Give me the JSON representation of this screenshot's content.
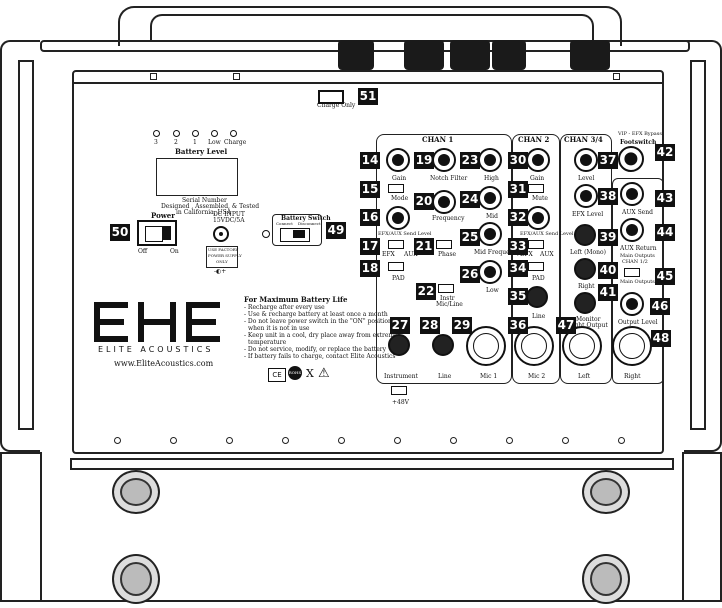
{
  "usb": {
    "num": "51",
    "label": "Charge Only"
  },
  "battery": {
    "title": "Battery Level",
    "leds": [
      "3",
      "2",
      "1",
      "Low",
      "Charge"
    ]
  },
  "serial": {
    "line1": "Serial Number",
    "line2": "Designed , Assembled, & Tested",
    "line3": "in California, USA"
  },
  "power": {
    "num": "50",
    "title": "Power",
    "off": "Off",
    "on": "On"
  },
  "dc_input": {
    "line1": "DC INPUT",
    "line2": "15VDC/5A",
    "note1": "USE FACTORY",
    "note2": "POWER SUPPLY",
    "note3": "ONLY"
  },
  "battery_switch": {
    "num": "49",
    "title": "Battery Switch",
    "connect": "Connect",
    "disconnect": "Disconnect"
  },
  "brand": {
    "logo": "EHE",
    "name": "ELITE ACOUSTICS",
    "url": "www.EliteAcoustics.com"
  },
  "notes": {
    "title": "For Maximum Battery Life",
    "items": [
      "- Recharge after every use",
      "- Use & recharge battery at least once a month",
      "- Do not leave power switch in the \"ON\" position",
      "  when it is not in use",
      "- Keep unit in a cool, dry place away from extreme",
      "  temperature",
      "- Do not service, modify, or replace the battery",
      "- If battery fails to charge, contact Elite Acoustics"
    ]
  },
  "phantom": {
    "label": "+48V"
  },
  "ch1": {
    "title": "CHAN 1",
    "gain": {
      "num": "14",
      "label": "Gain"
    },
    "notch": {
      "num": "19",
      "label": "Notch Filter"
    },
    "high": {
      "num": "23",
      "label": "High"
    },
    "mode": {
      "num": "15",
      "label": "Mode"
    },
    "frequency": {
      "num": "20",
      "label": "Frequency"
    },
    "mid": {
      "num": "24",
      "label": "Mid"
    },
    "send": {
      "num": "16",
      "label": "EFX/AUX Send Level"
    },
    "midfreq": {
      "num": "25",
      "label": "Mid Frequency"
    },
    "efxaux": {
      "num": "17",
      "efx": "EFX",
      "aux": "AUX"
    },
    "phase": {
      "num": "21",
      "label": "Phase"
    },
    "pad": {
      "num": "18",
      "label": "PAD"
    },
    "low": {
      "num": "26",
      "label": "Low"
    },
    "inst": {
      "num": "22",
      "a": "Instr",
      "b": "Mic/Line"
    },
    "instrument": {
      "num": "27",
      "label": "Instrument"
    },
    "line": {
      "num": "28",
      "label": "Line"
    },
    "mic1": {
      "num": "29",
      "label": "Mic 1"
    }
  },
  "ch2": {
    "title": "CHAN 2",
    "gain": {
      "num": "30",
      "label": "Gain"
    },
    "mute": {
      "num": "31",
      "label": "Mute"
    },
    "send": {
      "num": "32",
      "label": "EFX/AUX Send Level"
    },
    "efxaux": {
      "num": "33",
      "efx": "EFX",
      "aux": "AUX"
    },
    "pad": {
      "num": "34",
      "label": "PAD"
    },
    "line": {
      "num": "35",
      "label": "Line"
    },
    "mic2": {
      "num": "36",
      "label": "Mic 2"
    }
  },
  "ch34": {
    "title": "CHAN 3/4",
    "level": {
      "num": "37",
      "label": "Level"
    },
    "efx": {
      "num": "38",
      "label": "EFX Level"
    },
    "left": {
      "num": "39",
      "label": "Left (Mono)"
    },
    "right": {
      "num": "40",
      "label": "Right"
    },
    "monitor": {
      "num": "41",
      "label": "Monitor",
      "label2": "Right Output"
    },
    "leftout": {
      "num": "47",
      "label": "Left"
    }
  },
  "outputs": {
    "vip": "VIP - EFX Bypass",
    "footswitch": {
      "num": "42",
      "label": "Footswitch"
    },
    "auxsend": {
      "num": "43",
      "label": "AUX Send"
    },
    "auxreturn": {
      "num": "44",
      "label": "AUX Return"
    },
    "mainout": {
      "num": "45",
      "line1": "Main Outputs",
      "line2": "CHAN 1/2",
      "line3": "Main Outputs"
    },
    "outlevel": {
      "num": "46",
      "label": "Output Level"
    },
    "right": {
      "num": "48",
      "label": "Right"
    }
  },
  "cert": {
    "ce": "CE",
    "rohs": "ROHS",
    "bin": "X"
  }
}
